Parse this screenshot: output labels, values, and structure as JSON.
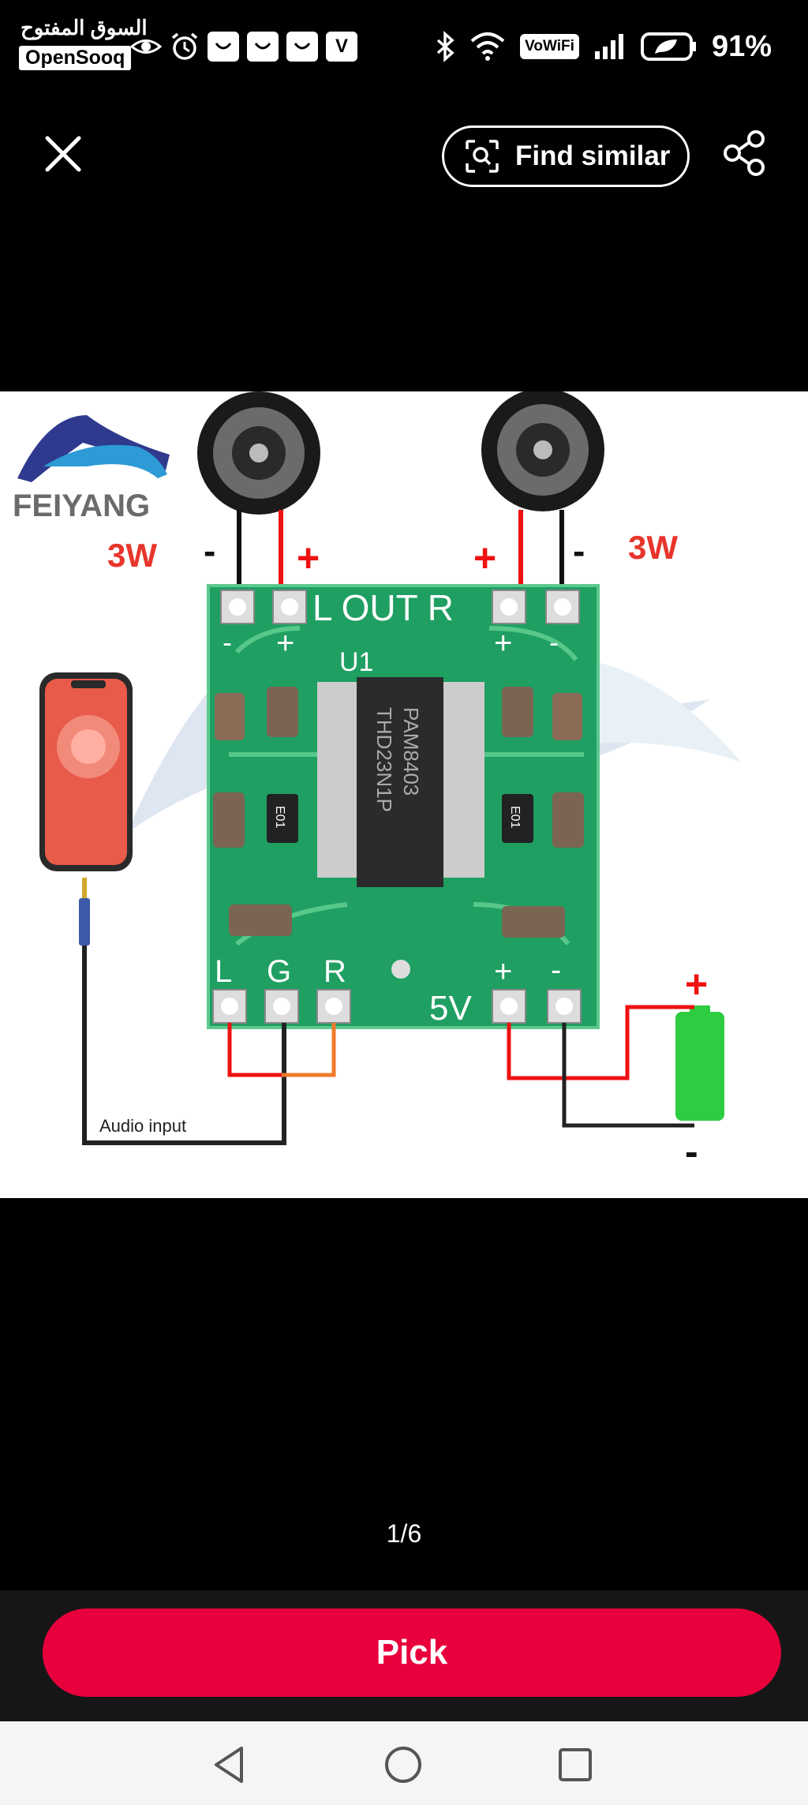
{
  "status_bar": {
    "brand_arabic": "السوق المفتوح",
    "brand_name": "OpenSooq",
    "notification_icons": [
      "eye-icon",
      "alarm-icon",
      "app-icon",
      "app-icon",
      "app-icon",
      "v-app-icon"
    ],
    "v_app_letter": "V",
    "vowifi": "VoWiFi",
    "battery": "91%"
  },
  "header": {
    "close_icon": "close-icon",
    "find_similar_label": "Find similar",
    "share_icon": "share-icon"
  },
  "image": {
    "brand": "FEIYANG",
    "left_power": "3W",
    "right_power": "3W",
    "board_top_label": "L OUT R",
    "ic_ref": "U1",
    "ic_line1": "PAM8403",
    "ic_line2": "THD23N1P",
    "resistor_code": "E01",
    "pin_l": "L",
    "pin_g": "G",
    "pin_r": "R",
    "pin_5v": "5V",
    "audio_input_label": "Audio input",
    "plus": "+",
    "minus": "-"
  },
  "pager": "1/6",
  "action": {
    "pick_label": "Pick",
    "accent_color": "#e8003d"
  },
  "nav": {
    "icons": [
      "back-icon",
      "home-icon",
      "recents-icon"
    ]
  }
}
